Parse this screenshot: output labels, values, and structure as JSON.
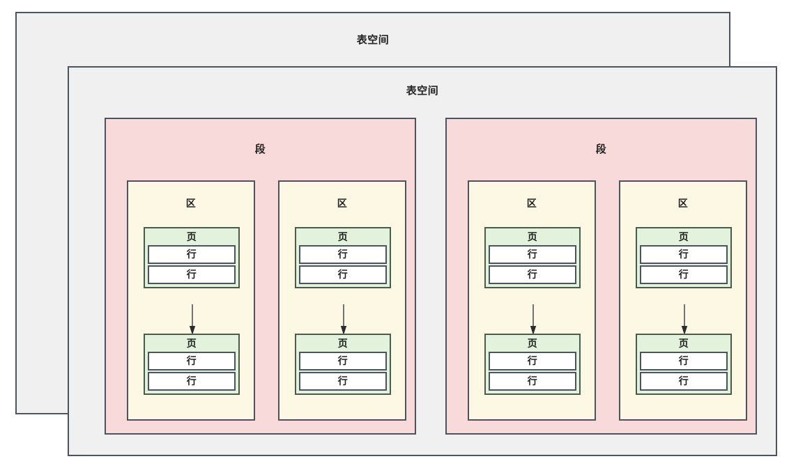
{
  "diagram": {
    "type": "nested-storage-hierarchy",
    "labels": {
      "tablespace": "表空间",
      "segment": "段",
      "extent": "区",
      "page": "页",
      "row": "行"
    },
    "colors": {
      "tablespace_fill": "#f0f0f0",
      "tablespace_border": "#4d535e",
      "segment_fill": "#f8dada",
      "segment_border": "#4d535e",
      "extent_fill": "#fcf8e4",
      "extent_border": "#4d535e",
      "page_fill": "#e3f2dd",
      "page_border": "#4c5a4c",
      "row_fill": "#ffffff",
      "row_border": "#4d535e",
      "arrow": "#4d535e",
      "canvas": "#ffffff"
    },
    "tablespaces": [
      {
        "title": "表空间",
        "layer": "back",
        "segments": []
      },
      {
        "title": "表空间",
        "layer": "front",
        "segments": [
          {
            "title": "段",
            "extents": [
              {
                "title": "区",
                "pages": [
                  {
                    "title": "页",
                    "rows": [
                      "行",
                      "行"
                    ]
                  },
                  {
                    "title": "页",
                    "rows": [
                      "行",
                      "行"
                    ]
                  }
                ]
              },
              {
                "title": "区",
                "pages": [
                  {
                    "title": "页",
                    "rows": [
                      "行",
                      "行"
                    ]
                  },
                  {
                    "title": "页",
                    "rows": [
                      "行",
                      "行"
                    ]
                  }
                ]
              }
            ]
          },
          {
            "title": "段",
            "extents": [
              {
                "title": "区",
                "pages": [
                  {
                    "title": "页",
                    "rows": [
                      "行",
                      "行"
                    ]
                  },
                  {
                    "title": "页",
                    "rows": [
                      "行",
                      "行"
                    ]
                  }
                ]
              },
              {
                "title": "区",
                "pages": [
                  {
                    "title": "页",
                    "rows": [
                      "行",
                      "行"
                    ]
                  },
                  {
                    "title": "页",
                    "rows": [
                      "行",
                      "行"
                    ]
                  }
                ]
              }
            ]
          }
        ]
      }
    ]
  }
}
